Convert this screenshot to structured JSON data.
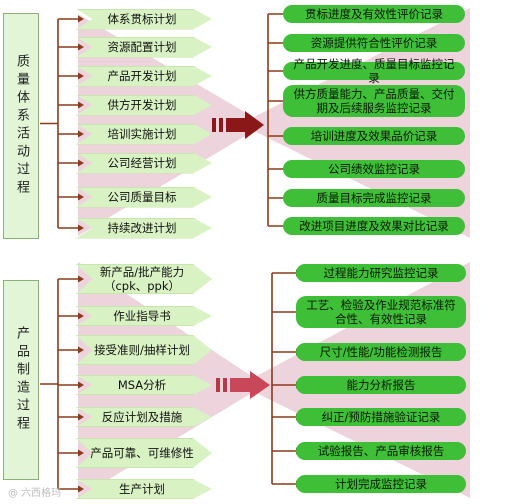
{
  "quality": {
    "label": "质量体系活动过程",
    "stages": [
      "体系贯标计划",
      "资源配置计划",
      "产品开发计划",
      "供方开发计划",
      "培训实施计划",
      "公司经营计划",
      "公司质量目标",
      "持续改进计划"
    ],
    "results": [
      "贯标进度及有效性评价记录",
      "资源提供符合性评价记录",
      "产品开发进度、质量目标监控记录",
      "供方质量能力、产品质量、交付期及后续服务监控记录",
      "培训进度及效果品价记录",
      "公司绩效监控记录",
      "质量目标完成监控记录",
      "改进项目进度及效果对比记录"
    ]
  },
  "production": {
    "label": "产品制造过程",
    "stages": [
      "新产品/批产能力（cpk、ppk）",
      "作业指导书",
      "接受准则/抽样计划",
      "MSA分析",
      "反应计划及措施",
      "产品可靠、可维修性",
      "生产计划"
    ],
    "results": [
      "过程能力研究监控记录",
      "工艺、检验及作业规范标准符合性、有效性记录",
      "尺寸/性能/功能检测报告",
      "能力分析报告",
      "纠正/预防措施验证记录",
      "试验报告、产品审核报告",
      "计划完成监控记录"
    ]
  },
  "watermark": "@ 六西格玛",
  "colors": {
    "stage_fill": "#d9f2c4",
    "result_fill": "#3fbe37",
    "connector": "#8b3a1a",
    "arrow": "#8b1818",
    "funnel": "#e7c4cf"
  }
}
